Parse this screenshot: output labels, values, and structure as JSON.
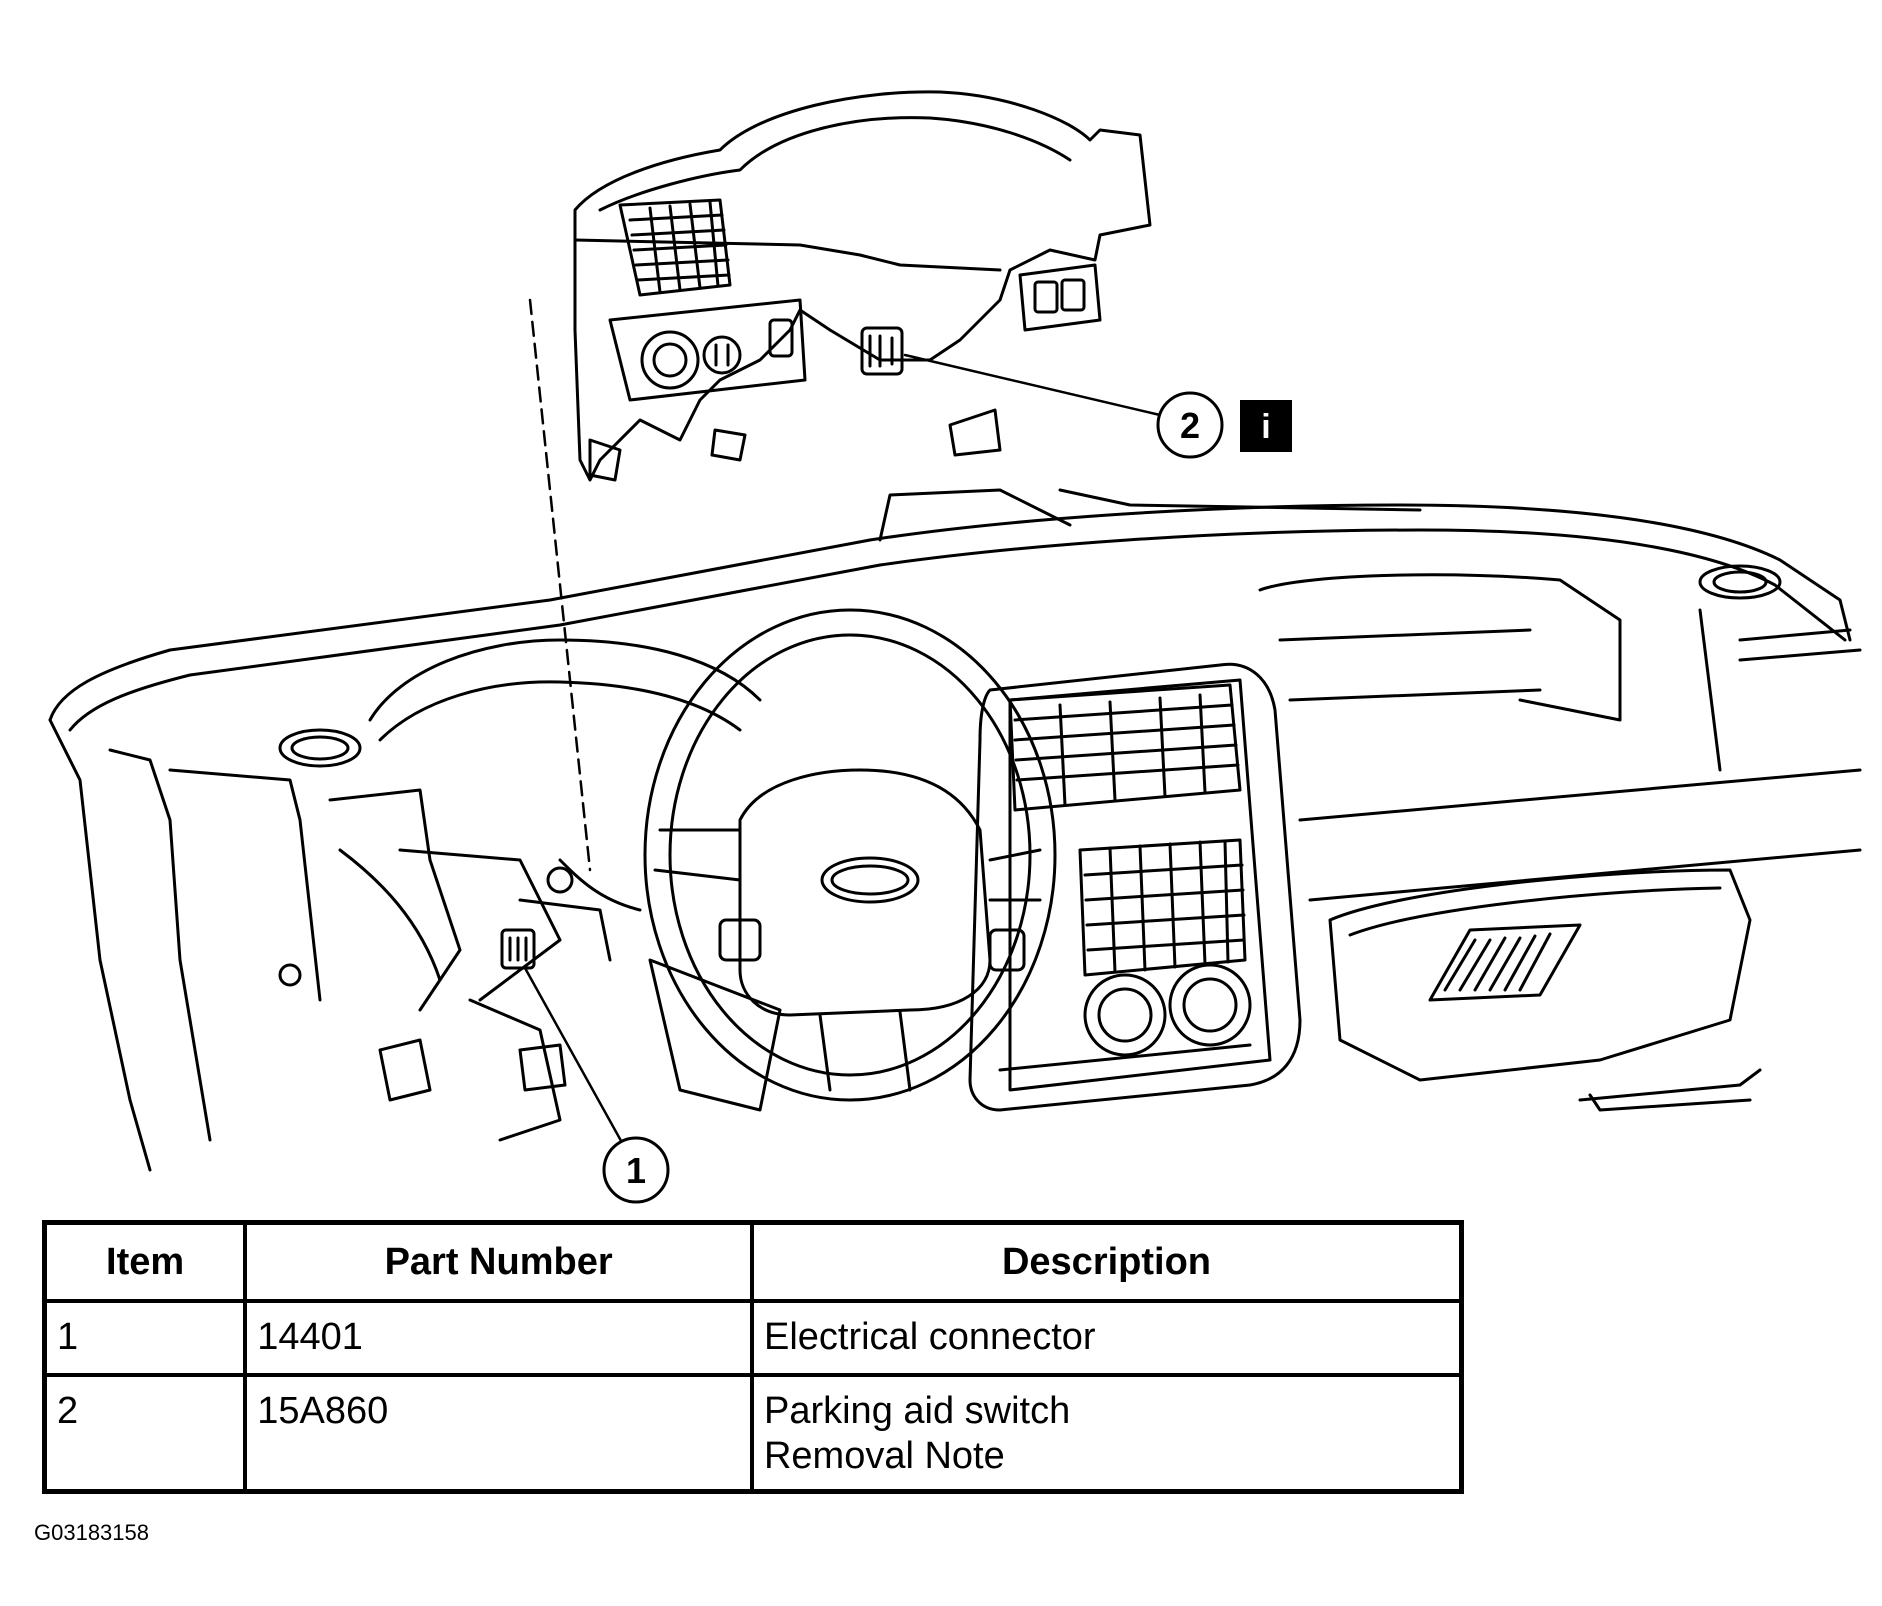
{
  "callouts": [
    {
      "label": "1"
    },
    {
      "label": "2"
    }
  ],
  "info_badge": {
    "label": "i"
  },
  "table": {
    "headers": [
      "Item",
      "Part Number",
      "Description"
    ],
    "rows": [
      {
        "item": "1",
        "part_number": "14401",
        "description": [
          "Electrical connector"
        ]
      },
      {
        "item": "2",
        "part_number": "15A860",
        "description": [
          "Parking aid switch",
          "Removal Note"
        ]
      }
    ]
  },
  "figure_id": "G03183158"
}
